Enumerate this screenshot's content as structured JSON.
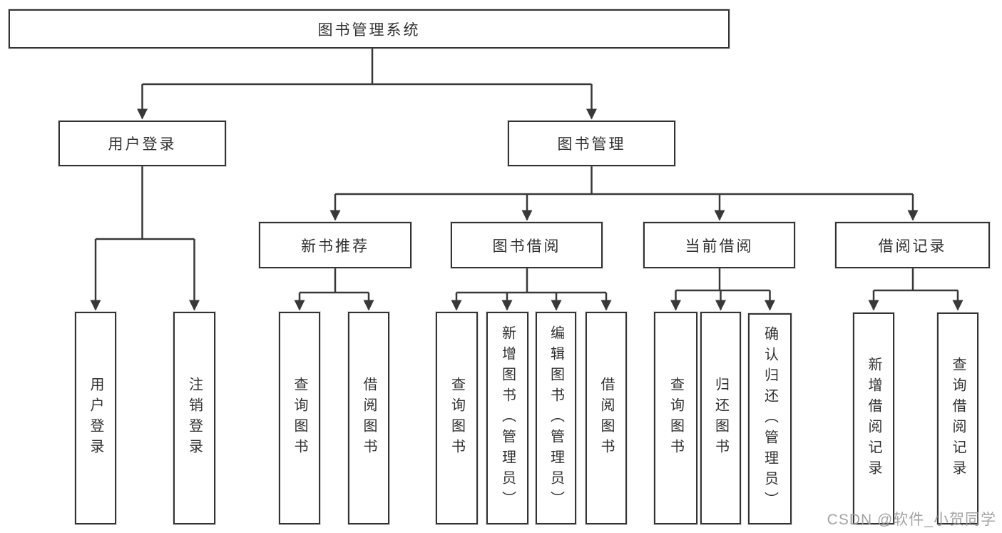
{
  "diagram": {
    "root": {
      "label": "图书管理系统"
    },
    "branches": [
      {
        "label": "用户登录",
        "children": [
          {
            "label": "用户登录"
          },
          {
            "label": "注销登录"
          }
        ]
      },
      {
        "label": "图书管理",
        "sections": [
          {
            "label": "新书推荐",
            "children": [
              {
                "label": "查询图书"
              },
              {
                "label": "借阅图书"
              }
            ]
          },
          {
            "label": "图书借阅",
            "children": [
              {
                "label": "查询图书"
              },
              {
                "label": "新增图书（管理员）"
              },
              {
                "label": "编辑图书（管理员）"
              },
              {
                "label": "借阅图书"
              }
            ]
          },
          {
            "label": "当前借阅",
            "children": [
              {
                "label": "查询图书"
              },
              {
                "label": "归还图书"
              },
              {
                "label": "确认归还（管理员）"
              }
            ]
          },
          {
            "label": "借阅记录",
            "children": [
              {
                "label": "新增借阅记录"
              },
              {
                "label": "查询借阅记录"
              }
            ]
          }
        ]
      }
    ]
  },
  "watermark": {
    "text": "CSDN @软件_小贺同学"
  },
  "colors": {
    "line": "#383838",
    "box_border": "#333333",
    "text": "#303030",
    "watermark": "#9c9c9c",
    "background": "#ffffff"
  }
}
